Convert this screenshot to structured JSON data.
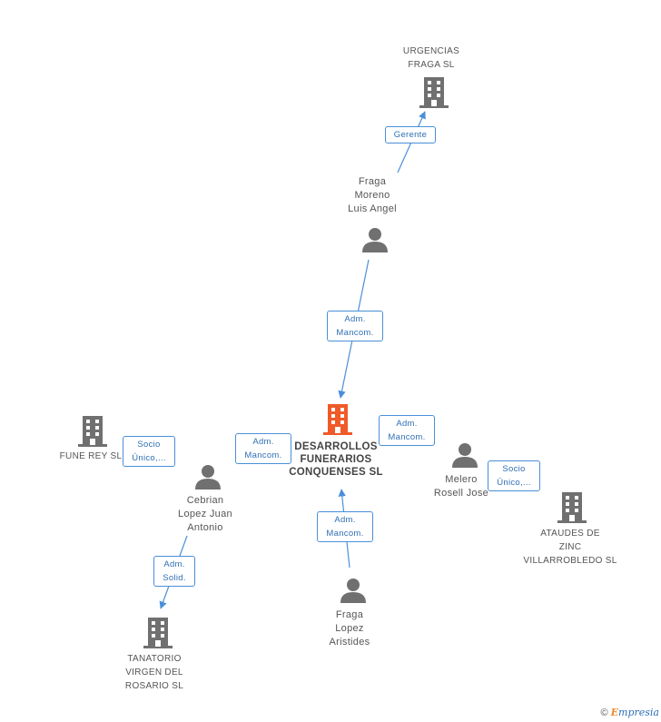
{
  "nodes": {
    "urgencias": "URGENCIAS\nFRAGA SL",
    "fraga_moreno": "Fraga\nMoreno\nLuis Angel",
    "desarrollos": "DESARROLLOS\nFUNERARIOS\nCONQUENSES SL",
    "funerey": "FUNE REY SL",
    "cebrian": "Cebrian\nLopez Juan\nAntonio",
    "tanatorio": "TANATORIO\nVIRGEN DEL\nROSARIO SL",
    "fraga_lopez": "Fraga\nLopez\nAristides",
    "melero": "Melero\nRosell Jose",
    "ataudes": "ATAUDES DE\nZINC\nVILLARROBLEDO SL"
  },
  "relations": {
    "gerente": "Gerente",
    "adm_mancom_top": "Adm.\nMancom.",
    "adm_mancom_left": "Adm.\nMancom.",
    "adm_mancom_right": "Adm.\nMancom.",
    "adm_mancom_bottom": "Adm.\nMancom.",
    "socio_unico_left": "Socio\nÚnico,...",
    "socio_unico_right": "Socio\nÚnico,...",
    "adm_solid": "Adm.\nSolid."
  },
  "footer": {
    "copyright": "©",
    "brand_e": "E",
    "brand_rest": "mpresia"
  },
  "colors": {
    "edge": "#4a8fd9",
    "company": "#707070",
    "center_company": "#f05a28",
    "person": "#707070"
  }
}
